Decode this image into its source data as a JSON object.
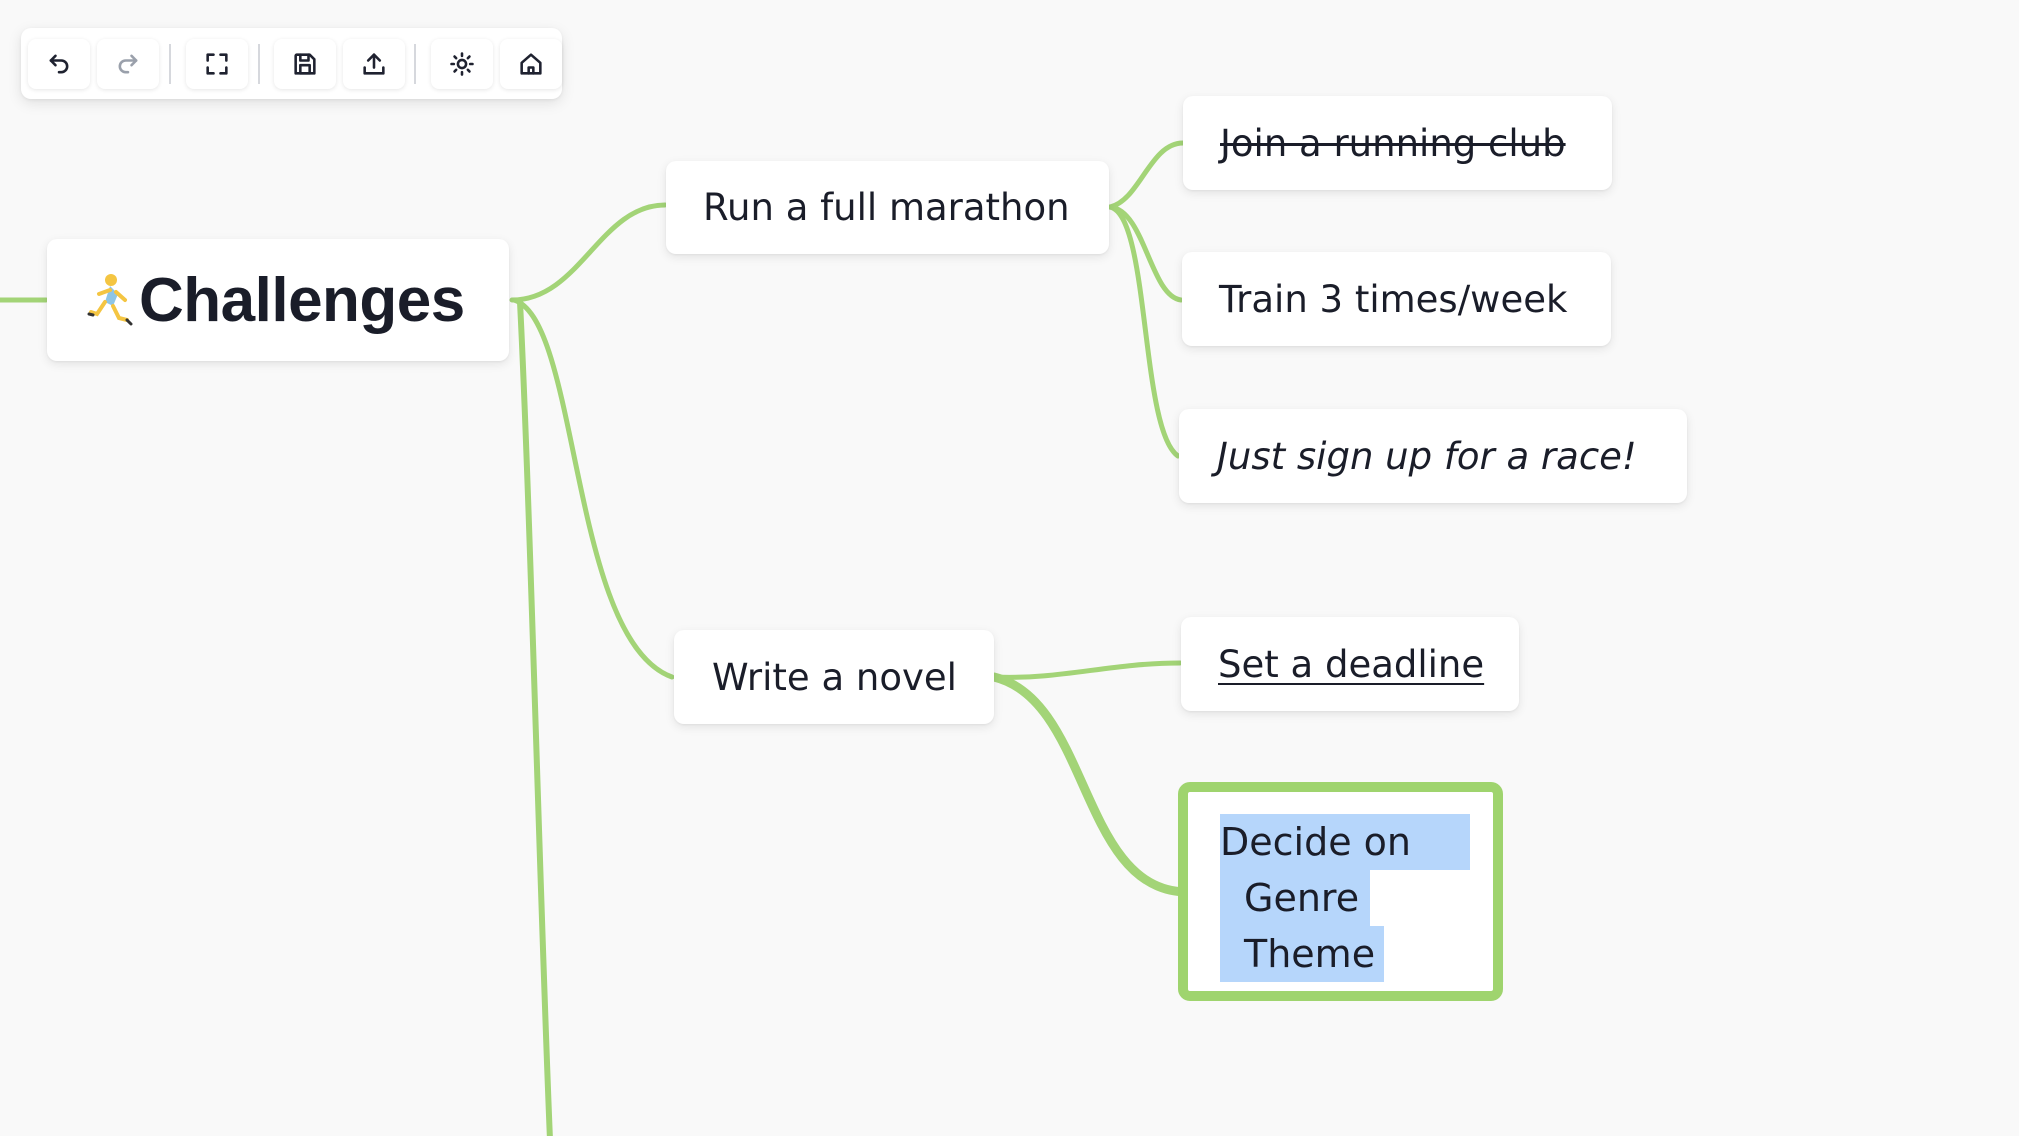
{
  "toolbar": {
    "buttons": [
      {
        "name": "undo",
        "icon": "undo-icon",
        "enabled": true
      },
      {
        "name": "redo",
        "icon": "redo-icon",
        "enabled": false
      },
      {
        "name": "fit-view",
        "icon": "fullscreen-icon",
        "enabled": true
      },
      {
        "name": "save",
        "icon": "save-icon",
        "enabled": true
      },
      {
        "name": "export",
        "icon": "upload-icon",
        "enabled": true
      },
      {
        "name": "theme",
        "icon": "brightness-icon",
        "enabled": true
      },
      {
        "name": "home",
        "icon": "home-icon",
        "enabled": true
      }
    ]
  },
  "mindmap": {
    "edge_color": "#a3d477",
    "root": {
      "label": "Challenges",
      "emoji_icon": "runner-emoji-icon"
    },
    "branches": [
      {
        "label": "Run a full marathon",
        "children": [
          {
            "label": "Join a running club",
            "style": "strikethrough"
          },
          {
            "label": "Train 3 times/week",
            "style": "normal"
          },
          {
            "label": "Just sign up for a race!",
            "style": "italic"
          }
        ]
      },
      {
        "label": "Write a novel",
        "children": [
          {
            "label": "Set a deadline",
            "style": "underline"
          },
          {
            "label": "Decide on",
            "style": "editing",
            "lines": [
              "Decide on",
              "Genre",
              "Theme"
            ],
            "selected": true
          }
        ]
      }
    ]
  },
  "colors": {
    "background": "#f9f9f9",
    "edge": "#a3d477",
    "focus_border": "#9fd46e",
    "selection": "#b6d6fb",
    "text": "#1a1d29"
  }
}
